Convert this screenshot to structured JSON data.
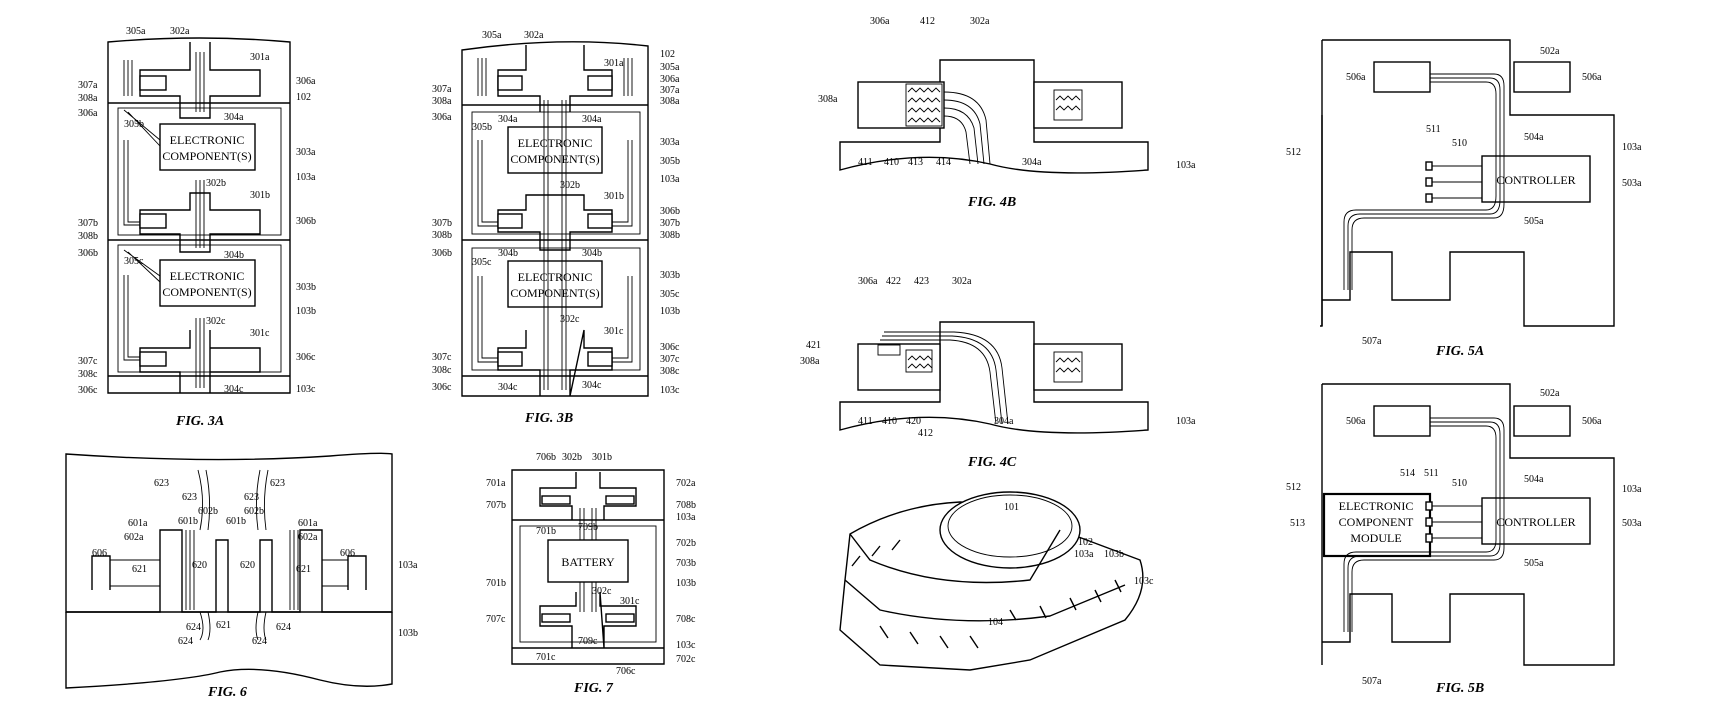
{
  "figures": {
    "fig3a": {
      "caption": "FIG. 3A",
      "component_label_line1": "ELECTRONIC",
      "component_label_line2": "COMPONENT(S)",
      "refs": {
        "r305a": "305a",
        "r302a": "302a",
        "r301a": "301a",
        "r306a": "306a",
        "r102": "102",
        "r307a": "307a",
        "r308a": "308a",
        "r306a2": "306a",
        "r304a": "304a",
        "r305b": "305b",
        "r303a": "303a",
        "r103a": "103a",
        "r302b": "302b",
        "r301b": "301b",
        "r306b": "306b",
        "r307b": "307b",
        "r308b": "308b",
        "r306b2": "306b",
        "r304b": "304b",
        "r305c": "305c",
        "r303b": "303b",
        "r103b": "103b",
        "r302c": "302c",
        "r301c": "301c",
        "r306c": "306c",
        "r307c": "307c",
        "r308c": "308c",
        "r306c2": "306c",
        "r304c": "304c",
        "r103c": "103c"
      }
    },
    "fig3b": {
      "caption": "FIG. 3B",
      "component_label_line1": "ELECTRONIC",
      "component_label_line2": "COMPONENT(S)",
      "refs": {
        "r305a": "305a",
        "r302a": "302a",
        "r301a": "301a",
        "r102": "102",
        "r305a2": "305a",
        "r306a": "306a",
        "r307a2": "307a",
        "r308a2": "308a",
        "r307a": "307a",
        "r308a": "308a",
        "r306a2": "306a",
        "r304a": "304a",
        "r304a2": "304a",
        "r305b": "305b",
        "r303a": "303a",
        "r305b2": "305b",
        "r103a": "103a",
        "r302b": "302b",
        "r301b": "301b",
        "r306b": "306b",
        "r307b2": "307b",
        "r308b2": "308b",
        "r307b": "307b",
        "r308b": "308b",
        "r306b2": "306b",
        "r304b": "304b",
        "r304b2": "304b",
        "r305c": "305c",
        "r303b": "303b",
        "r305c2": "305c",
        "r103b": "103b",
        "r302c": "302c",
        "r301c": "301c",
        "r306c": "306c",
        "r307c2": "307c",
        "r308c2": "308c",
        "r307c": "307c",
        "r308c": "308c",
        "r306c2": "306c",
        "r304c": "304c",
        "r304c2": "304c",
        "r103c": "103c"
      }
    },
    "fig4b": {
      "caption": "FIG. 4B",
      "refs": {
        "r306a": "306a",
        "r412": "412",
        "r302a": "302a",
        "r308a": "308a",
        "r411": "411",
        "r410": "410",
        "r413": "413",
        "r414": "414",
        "r304a": "304a",
        "r103a": "103a"
      }
    },
    "fig4c": {
      "caption": "FIG. 4C",
      "refs": {
        "r306a": "306a",
        "r422": "422",
        "r423": "423",
        "r302a": "302a",
        "r421": "421",
        "r308a": "308a",
        "r411": "411",
        "r410": "410",
        "r420": "420",
        "r412": "412",
        "r304a": "304a",
        "r103a": "103a"
      }
    },
    "fig5a": {
      "caption": "FIG. 5A",
      "controller_label": "CONTROLLER",
      "refs": {
        "r502a": "502a",
        "r506a": "506a",
        "r506a2": "506a",
        "r511": "511",
        "r510": "510",
        "r504a": "504a",
        "r103a": "103a",
        "r512": "512",
        "r503a": "503a",
        "r505a": "505a",
        "r507a": "507a"
      }
    },
    "fig5b": {
      "caption": "FIG. 5B",
      "controller_label": "CONTROLLER",
      "module_line1": "ELECTRONIC",
      "module_line2": "COMPONENT",
      "module_line3": "MODULE",
      "refs": {
        "r502a": "502a",
        "r506a": "506a",
        "r506a2": "506a",
        "r514": "514",
        "r511": "511",
        "r510": "510",
        "r504a": "504a",
        "r103a": "103a",
        "r512": "512",
        "r513": "513",
        "r503a": "503a",
        "r505a": "505a",
        "r507a": "507a"
      }
    },
    "fig6": {
      "caption": "FIG. 6",
      "refs": {
        "r623a": "623",
        "r623b": "623",
        "r623c": "623",
        "r623d": "623",
        "r601a": "601a",
        "r602a": "602a",
        "r601b": "601b",
        "r602b": "602b",
        "r601b2": "601b",
        "r602b2": "602b",
        "r601a2": "601a",
        "r602a2": "602a",
        "r606": "606",
        "r606b": "606",
        "r621": "621",
        "r620": "620",
        "r620b": "620",
        "r621b": "621",
        "r621c": "621",
        "r624a": "624",
        "r624b": "624",
        "r624c": "624",
        "r624d": "624",
        "r103a": "103a",
        "r103b": "103b"
      }
    },
    "fig7": {
      "caption": "FIG. 7",
      "battery_label": "BATTERY",
      "refs": {
        "r706b": "706b",
        "r302b": "302b",
        "r301b": "301b",
        "r701a": "701a",
        "r702a": "702a",
        "r707b": "707b",
        "r708b": "708b",
        "r103a": "103a",
        "r701b": "701b",
        "r709b": "709b",
        "r702b": "702b",
        "r703b": "703b",
        "r701b2": "701b",
        "r103b": "103b",
        "r302c": "302c",
        "r301c": "301c",
        "r707c": "707c",
        "r708c": "708c",
        "r709c": "709c",
        "r103c": "103c",
        "r701c": "701c",
        "r702c": "702c",
        "r706c": "706c"
      }
    },
    "fig1": {
      "refs": {
        "r101": "101",
        "r102": "102",
        "r103a": "103a",
        "r103b": "103b",
        "r103c": "103c",
        "r104": "104"
      }
    }
  }
}
